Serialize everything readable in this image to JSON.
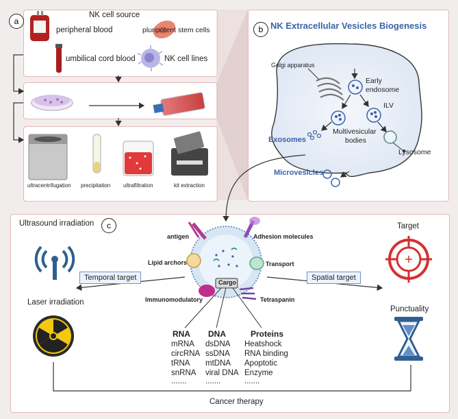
{
  "panel_a": {
    "badge": "a",
    "source_title": "NK cell source",
    "sources": [
      "peripheral blood",
      "pluripotent stem cells",
      "umbilical cord blood",
      "NK cell lines"
    ],
    "methods": [
      "ultracentrifugation",
      "precipitation",
      "ultrafiltration",
      "kit extraction"
    ]
  },
  "panel_b": {
    "badge": "b",
    "title": "NK Extracellular Vesicles Biogenesis",
    "golgi": "Golgi apparatus",
    "early_endosome_1": "Early",
    "early_endosome_2": "endosome",
    "ilv": "ILV",
    "mvb_1": "Multivesicular",
    "mvb_2": "bodies",
    "lysosome": "Lysosome",
    "exosomes": "Exosomes",
    "microvesicles": "Microvesicles"
  },
  "panel_c": {
    "badge": "c",
    "ultrasound": "Ultrasound irradiation",
    "laser": "Laser irradiation",
    "temporal": "Temporal target",
    "spatial": "Spatial target",
    "target": "Target",
    "punctuality": "Punctuality",
    "antigen": "antigen",
    "adhesion": "Adhesion molecules",
    "lipid": "Lipid archors",
    "transport": "Transport",
    "immunomodulatory": "Immunomodulatory",
    "tetraspanin": "Tetraspanin",
    "cargo": "Cargo",
    "rna_title": "RNA",
    "rna_items": [
      "mRNA",
      "circRNA",
      "tRNA",
      "snRNA",
      "......."
    ],
    "dna_title": "DNA",
    "dna_items": [
      "dsDNA",
      "ssDNA",
      "mtDNA",
      "viral DNA",
      "......."
    ],
    "protein_title": "Proteins",
    "protein_items": [
      "Heatshock",
      "RNA binding",
      "Apoptotic",
      "Enzyme",
      "......."
    ],
    "cancer": "Cancer therapy"
  },
  "colors": {
    "panel_border": "#e3b6b6",
    "title_blue": "#3a63a8",
    "target_red": "#d62f2f",
    "radiation_yellow": "#f2c811",
    "hourglass_blue": "#2f5f93"
  }
}
